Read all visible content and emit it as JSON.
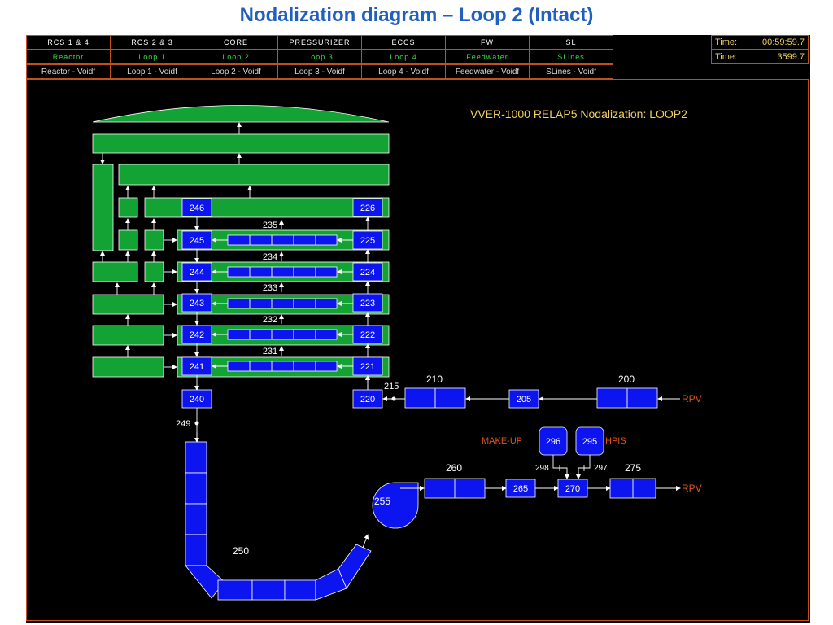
{
  "slide_title": "Nodalization diagram – Loop 2 (Intact)",
  "tabs_row1": [
    "RCS 1 & 4",
    "RCS 2 & 3",
    "CORE",
    "PRESSURIZER",
    "ECCS",
    "FW",
    "SL"
  ],
  "tabs_row2": [
    "Reactor",
    "Loop 1",
    "Loop 2",
    "Loop 3",
    "Loop 4",
    "Feedwater",
    "SLines"
  ],
  "tabs_row3": [
    "Reactor - Voidf",
    "Loop 1 - Voidf",
    "Loop 2 - Voidf",
    "Loop 3 - Voidf",
    "Loop 4 - Voidf",
    "Feedwater - Voidf",
    "SLines - Voidf"
  ],
  "time1": {
    "label": "Time:",
    "value": "00:59:59.7"
  },
  "time2": {
    "label": "Time:",
    "value": "3599.7"
  },
  "diagram": {
    "caption": "VVER-1000  RELAP5 Nodalization:  LOOP2",
    "colors": {
      "volume": "#13a234",
      "component": "#0c14f0",
      "accent": "#e0541e",
      "caption": "#f0d060"
    },
    "sg_outlet_volumes": [
      "246",
      "245",
      "244",
      "243",
      "242",
      "241"
    ],
    "sg_inlet_volumes": [
      "226",
      "225",
      "224",
      "223",
      "222",
      "221"
    ],
    "tube_labels": [
      "235",
      "234",
      "233",
      "232",
      "231"
    ],
    "hot_leg": {
      "v220": "220",
      "j215": "215",
      "v210": "210",
      "v205": "205",
      "v200": "200",
      "rpv": "RPV"
    },
    "cold_leg": {
      "v240": "240",
      "j249": "249",
      "v250": "250",
      "pump": "255",
      "v260": "260",
      "v265": "265",
      "v270": "270",
      "v275": "275",
      "rpv": "RPV"
    },
    "injection": {
      "makeup_label": "MAKE-UP",
      "makeup_vol": "296",
      "makeup_junction": "298",
      "hpis_vol": "295",
      "hpis_label": "HPIS",
      "hpis_junction": "297"
    }
  }
}
